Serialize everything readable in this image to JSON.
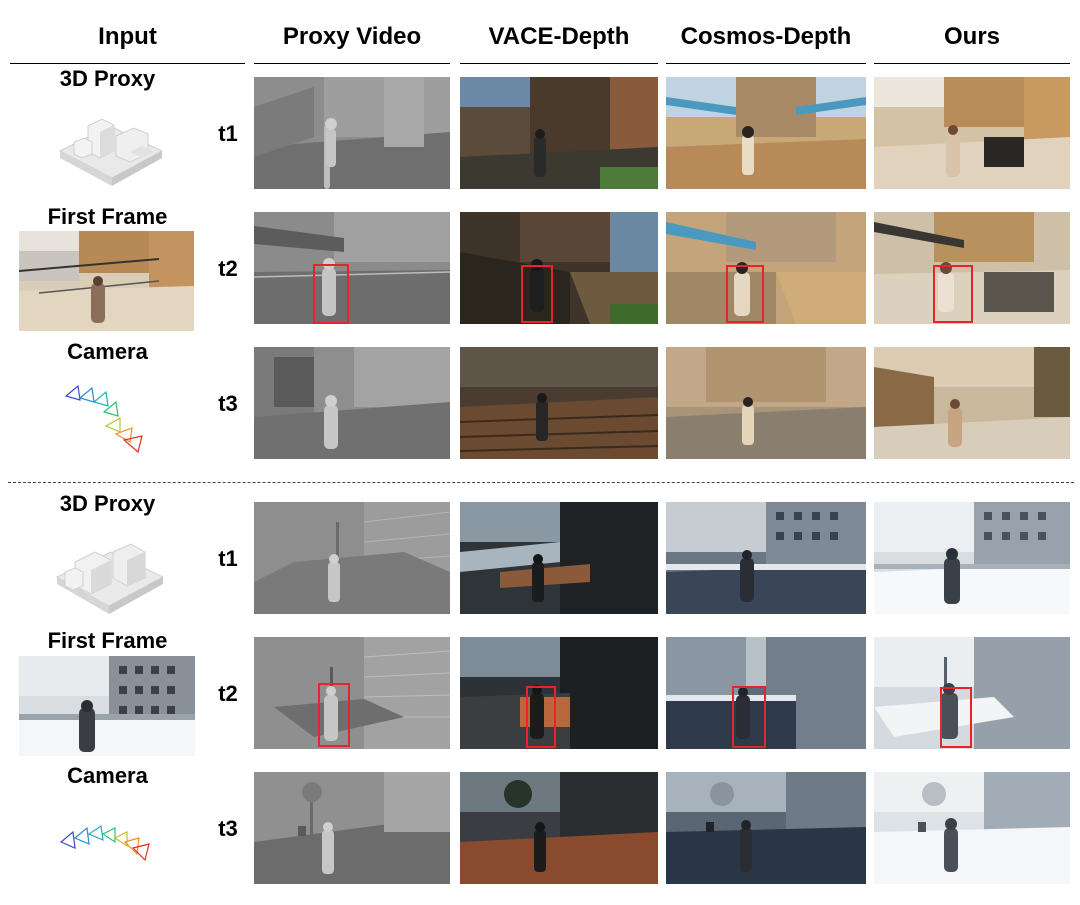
{
  "headers": {
    "input": "Input",
    "proxy_video": "Proxy Video",
    "vace_depth": "VACE-Depth",
    "cosmos_depth": "Cosmos-Depth",
    "ours": "Ours"
  },
  "input_labels": {
    "proxy": "3D Proxy",
    "first_frame": "First Frame",
    "camera": "Camera"
  },
  "time_labels": [
    "t1",
    "t2",
    "t3"
  ],
  "colors": {
    "highlight_box": "#e4262c",
    "proxy_gray": "#8c8c8c"
  }
}
